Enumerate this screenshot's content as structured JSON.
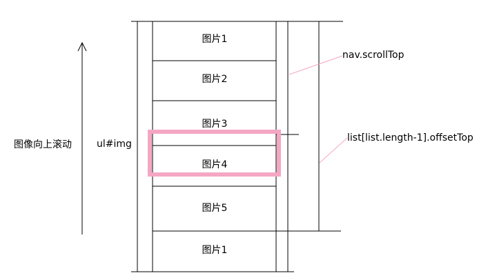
{
  "items": [
    "图片1",
    "图片2",
    "图片3",
    "图片4",
    "图片5",
    "图片1"
  ],
  "labels": {
    "scroll_direction": "图像向上滚动",
    "list_id": "ul#img",
    "scroll_top": "nav.scrollTop",
    "offset_top": "list[list.length-1].offsetTop"
  },
  "colors": {
    "line": "#000000",
    "highlight": "#f4a6c3",
    "leader": "#f4a6c3"
  },
  "highlighted_item": "图片4"
}
